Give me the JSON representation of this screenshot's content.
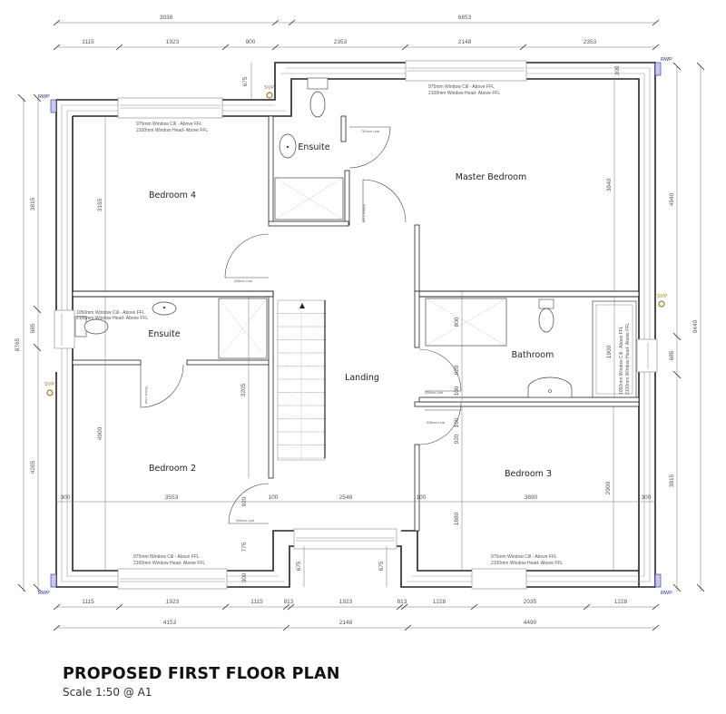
{
  "title": "PROPOSED FIRST FLOOR PLAN",
  "scale": "Scale 1:50 @ A1",
  "rooms": {
    "bedroom4": "Bedroom 4",
    "ensuite_top": "Ensuite",
    "master": "Master Bedroom",
    "ensuite_left": "Ensuite",
    "landing": "Landing",
    "bathroom": "Bathroom",
    "bedroom2": "Bedroom 2",
    "bedroom3": "Bedroom 3"
  },
  "tags": {
    "rwp": "RWP",
    "svp": "SVP"
  },
  "colors": {
    "rwp": "#2a2a9a",
    "svp": "#a07820",
    "wall": "#222222"
  },
  "window_notes": {
    "standard_cill": "975mm Window Cill - Above FFL",
    "standard_head": "2100mm Window Head- Above FFL",
    "ensuite_cill": "1050mm Window Cill - Above FFL",
    "ensuite_head": "2100mm Window Head- Above FFL",
    "bath_cill": "1050mm Window Cill - Above FFL",
    "bath_head": "2100mm Window Head- Above FFL"
  },
  "door_leaves": {
    "l762": "762mm Leaf",
    "l838": "838mm Leaf",
    "l762b": "762mm Leaf"
  },
  "dimensions": {
    "top_overall": [
      "3938",
      "6853"
    ],
    "top_detail": [
      "1115",
      "1923",
      "900",
      "2353",
      "2148",
      "2353"
    ],
    "bottom_detail": [
      "1115",
      "1923",
      "1115",
      "813",
      "1923",
      "813",
      "1228",
      "2035",
      "1228"
    ],
    "bottom_overall": [
      "4153",
      "2148",
      "4490"
    ],
    "left_outer": "8765",
    "left_inner": [
      "3815",
      "685",
      "4265"
    ],
    "right_outer": "9440",
    "right_inner": [
      "4940",
      "685",
      "3815"
    ],
    "interior": {
      "bed4_h": "3165",
      "master_h": "3840",
      "top_step": "675",
      "top_wall": "300",
      "ensuite_l_h": "3205",
      "bed2_h": "4900",
      "bed2_w": "3553",
      "wall300_l": "300",
      "landing_w": "2548",
      "w100_l": "100",
      "w100_r": "100",
      "d920_l": "920",
      "d775": "775",
      "w300_b": "300",
      "porch_l": "675",
      "porch_r": "675",
      "bed3_w": "3890",
      "wall300_r": "300",
      "bed3_h": "2900",
      "bed3_door": "1880",
      "bath_h": "1900",
      "shower": "800",
      "d920_top": "920",
      "d920_bot": "920",
      "w100_a": "100",
      "w100_b": "100"
    }
  }
}
